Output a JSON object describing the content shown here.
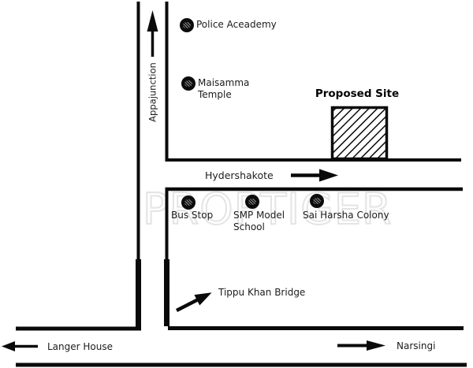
{
  "watermark": "PROPTIGER",
  "colors": {
    "road": "#0a0a0a",
    "text": "#1c1c1c",
    "watermark": "#e4e4e4",
    "marker": "#0c0c0c"
  },
  "site": {
    "label": "Proposed Site"
  },
  "places": {
    "police_academy": "Police Aceademy",
    "maisamma_temple": {
      "line1": "Maisamma",
      "line2": "Temple"
    },
    "bus_stop": "Bus Stop",
    "smp_model_school": {
      "line1": "SMP Model",
      "line2": "School"
    },
    "sai_harsha_colony": "Sai Harsha Colony"
  },
  "roads": {
    "appajunction": "Appajunction",
    "hydershakote": "Hydershakote",
    "tippu_khan_bridge": "Tippu Khan Bridge",
    "langer_house": "Langer House",
    "narsingi": "Narsingi"
  },
  "arrows": {
    "appajunction_direction": "up",
    "hydershakote_direction": "right",
    "tippu_khan_bridge_direction": "up-right",
    "langer_house_direction": "left",
    "narsingi_direction": "right"
  }
}
